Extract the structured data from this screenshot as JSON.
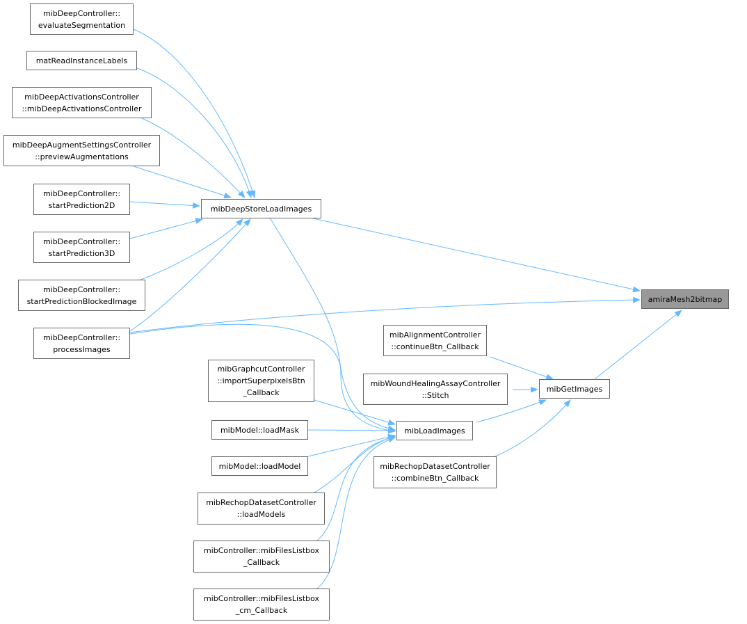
{
  "graph": {
    "target": {
      "label": "amiraMesh2bitmap",
      "fill": "#999999"
    },
    "edge_color": "#63b8ff",
    "nodes": {
      "evaluateSegmentation": [
        "mibDeepController::",
        "evaluateSegmentation"
      ],
      "matReadInstanceLabels": [
        "matReadInstanceLabels"
      ],
      "mibDeepActivationsController": [
        "mibDeepActivationsController",
        "::mibDeepActivationsController"
      ],
      "previewAugmentations": [
        "mibDeepAugmentSettingsController",
        "::previewAugmentations"
      ],
      "startPrediction2D": [
        "mibDeepController::",
        "startPrediction2D"
      ],
      "startPrediction3D": [
        "mibDeepController::",
        "startPrediction3D"
      ],
      "startPredictionBlockedImage": [
        "mibDeepController::",
        "startPredictionBlockedImage"
      ],
      "processImages": [
        "mibDeepController::",
        "processImages"
      ],
      "mibDeepStoreLoadImages": [
        "mibDeepStoreLoadImages"
      ],
      "continueBtn_Callback": [
        "mibAlignmentController",
        "::continueBtn_Callback"
      ],
      "Stitch": [
        "mibWoundHealingAssayController",
        "::Stitch"
      ],
      "mibGetImages": [
        "mibGetImages"
      ],
      "mibLoadImages": [
        "mibLoadImages"
      ],
      "combineBtn_Callback": [
        "mibRechopDatasetController",
        "::combineBtn_Callback"
      ],
      "importSuperpixelsBtn_Callback": [
        "mibGraphcutController",
        "::importSuperpixelsBtn",
        "_Callback"
      ],
      "loadMask": [
        "mibModel::loadMask"
      ],
      "loadModel": [
        "mibModel::loadModel"
      ],
      "loadModels": [
        "mibRechopDatasetController",
        "::loadModels"
      ],
      "mibFilesListbox_Callback": [
        "mibController::mibFilesListbox",
        "_Callback"
      ],
      "mibFilesListbox_cm_Callback": [
        "mibController::mibFilesListbox",
        "_cm_Callback"
      ]
    }
  }
}
